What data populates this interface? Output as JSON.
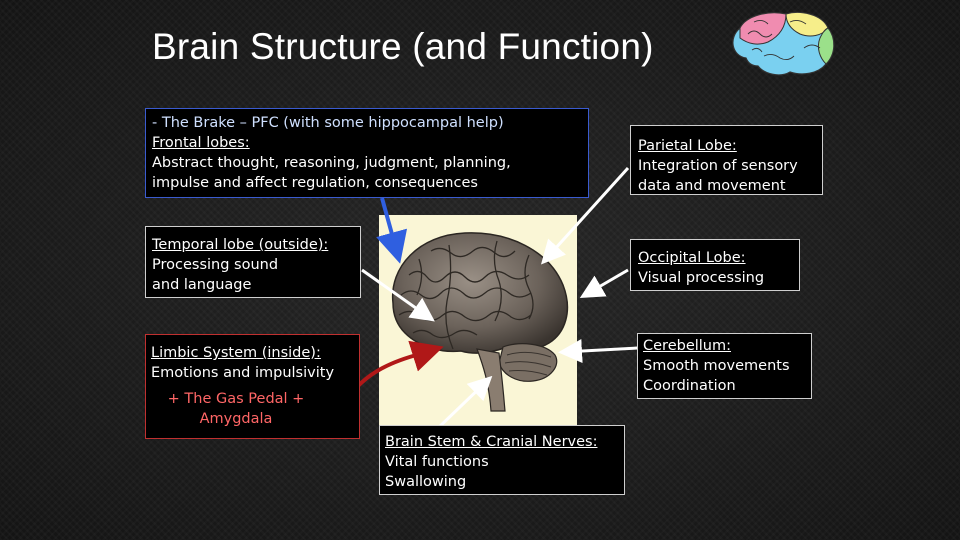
{
  "title": "Brain Structure (and Function)",
  "boxes": {
    "frontal": {
      "prefix": "- The Brake – PFC  (with some hippocampal help)",
      "heading": "Frontal lobes:",
      "line1": "Abstract thought, reasoning, judgment, planning,",
      "line2": "impulse and affect regulation, consequences"
    },
    "parietal": {
      "heading": "Parietal Lobe:",
      "line1": "Integration of sensory",
      "line2": "data and movement"
    },
    "temporal": {
      "heading": "Temporal lobe (outside):",
      "line1": "Processing sound",
      "line2": "and language"
    },
    "occipital": {
      "heading": "Occipital Lobe:",
      "line1": "Visual processing"
    },
    "limbic": {
      "heading": "Limbic System (inside):",
      "line1": "Emotions and impulsivity",
      "gas1": "+ The Gas Pedal +",
      "gas2": "Amygdala"
    },
    "cerebellum": {
      "heading": "Cerebellum:",
      "line1": "Smooth movements",
      "line2": "Coordination"
    },
    "brainstem": {
      "heading": "Brain Stem & Cranial Nerves:",
      "line1": "Vital functions",
      "line2": "Swallowing"
    }
  },
  "colors": {
    "brake_arrow": "#2f5fe0",
    "gas_arrow": "#b01818",
    "pointer_arrow": "#ffffff"
  },
  "icons": [
    "colored-brain-icon",
    "brain-photo"
  ]
}
